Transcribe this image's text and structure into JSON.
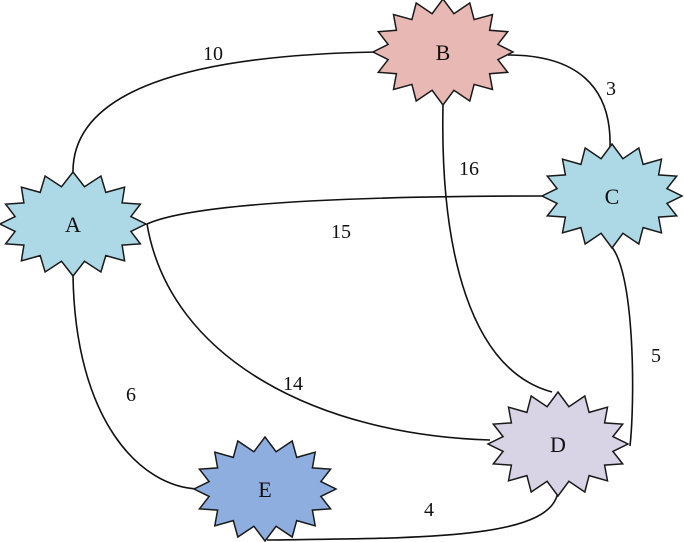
{
  "nodes": [
    {
      "id": "A",
      "label": "A",
      "color": "#add8e6"
    },
    {
      "id": "B",
      "label": "B",
      "color": "#e8b8b4"
    },
    {
      "id": "C",
      "label": "C",
      "color": "#add8e6"
    },
    {
      "id": "D",
      "label": "D",
      "color": "#d8d4e6"
    },
    {
      "id": "E",
      "label": "E",
      "color": "#8eaedf"
    }
  ],
  "edges": [
    {
      "from": "A",
      "to": "B",
      "weight": "10"
    },
    {
      "from": "B",
      "to": "C",
      "weight": "3"
    },
    {
      "from": "B",
      "to": "D",
      "weight": "16"
    },
    {
      "from": "A",
      "to": "C",
      "weight": "15"
    },
    {
      "from": "A",
      "to": "D",
      "weight": "14"
    },
    {
      "from": "C",
      "to": "D",
      "weight": "5"
    },
    {
      "from": "A",
      "to": "E",
      "weight": "6"
    },
    {
      "from": "E",
      "to": "D",
      "weight": "4"
    }
  ]
}
